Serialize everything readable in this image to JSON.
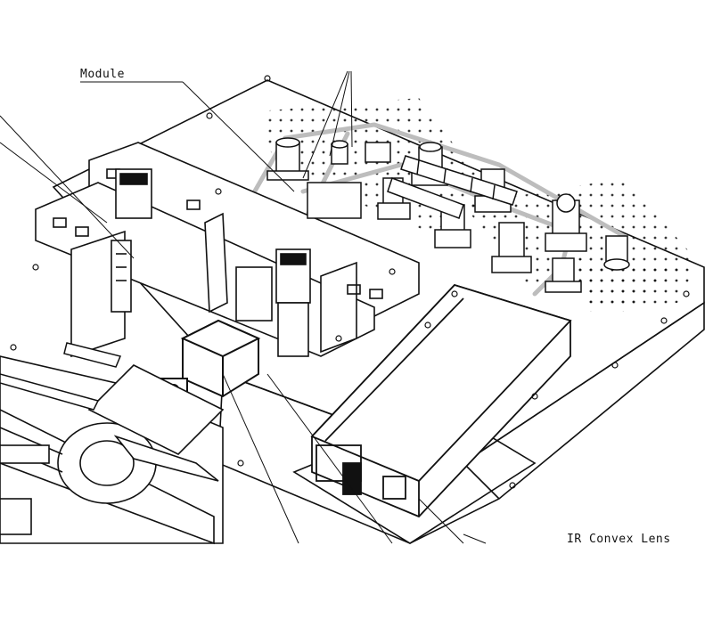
{
  "drawing": {
    "callouts": [
      {
        "id": "module",
        "text": "Module"
      },
      {
        "id": "ir-convex-lens",
        "text": "IR Convex Lens"
      }
    ]
  },
  "colors": {
    "ink": "#111111",
    "beam": "#bdbdbd",
    "paper": "#ffffff"
  }
}
